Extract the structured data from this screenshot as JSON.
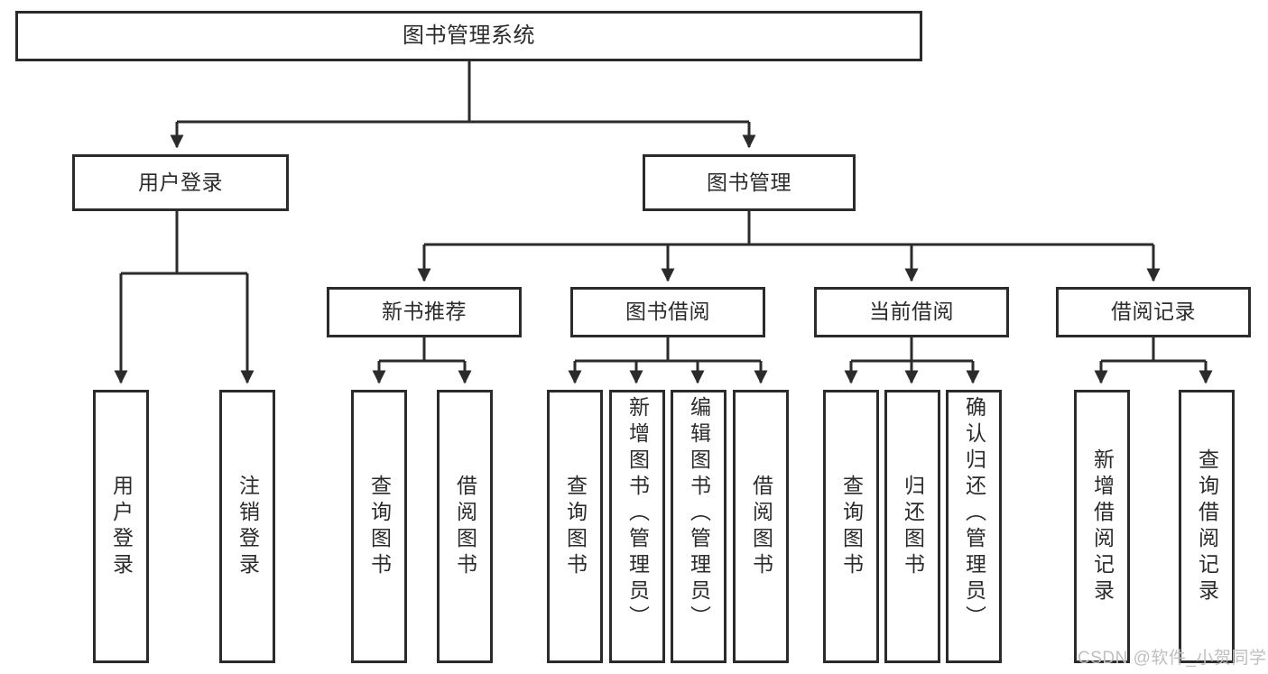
{
  "diagram": {
    "title": "图书管理系统",
    "type": "functional-structure-tree",
    "background_color": "#ffffff",
    "line_color": "#2b2b2b",
    "text_color": "#2b2b2b"
  },
  "nodes": {
    "root": {
      "label": "图书管理系统"
    },
    "level2": [
      {
        "id": "user-login",
        "label": "用户登录"
      },
      {
        "id": "book-management",
        "label": "图书管理"
      }
    ],
    "level3": [
      {
        "id": "new-book-recommend",
        "label": "新书推荐"
      },
      {
        "id": "book-borrow",
        "label": "图书借阅"
      },
      {
        "id": "current-borrow",
        "label": "当前借阅"
      },
      {
        "id": "borrow-record",
        "label": "借阅记录"
      }
    ],
    "leaves": {
      "user_login": [
        {
          "id": "leaf-user-login",
          "label": "用户登录"
        },
        {
          "id": "leaf-logout-login",
          "label": "注销登录"
        }
      ],
      "new_book_recommend": [
        {
          "id": "leaf-query-book-1",
          "label": "查询图书"
        },
        {
          "id": "leaf-borrow-book-1",
          "label": "借阅图书"
        }
      ],
      "book_borrow": [
        {
          "id": "leaf-query-book-2",
          "label": "查询图书"
        },
        {
          "id": "leaf-add-book",
          "label": "新增图书（管理员）"
        },
        {
          "id": "leaf-edit-book",
          "label": "编辑图书（管理员）"
        },
        {
          "id": "leaf-borrow-book-2",
          "label": "借阅图书"
        }
      ],
      "current_borrow": [
        {
          "id": "leaf-query-book-3",
          "label": "查询图书"
        },
        {
          "id": "leaf-return-book",
          "label": "归还图书"
        },
        {
          "id": "leaf-confirm-return",
          "label": "确认归还（管理员）"
        }
      ],
      "borrow_record": [
        {
          "id": "leaf-add-borrow-record",
          "label": "新增借阅记录"
        },
        {
          "id": "leaf-query-borrow-record",
          "label": "查询借阅记录"
        }
      ]
    }
  },
  "watermark": {
    "text": "CSDN @软件_小贺同学"
  }
}
